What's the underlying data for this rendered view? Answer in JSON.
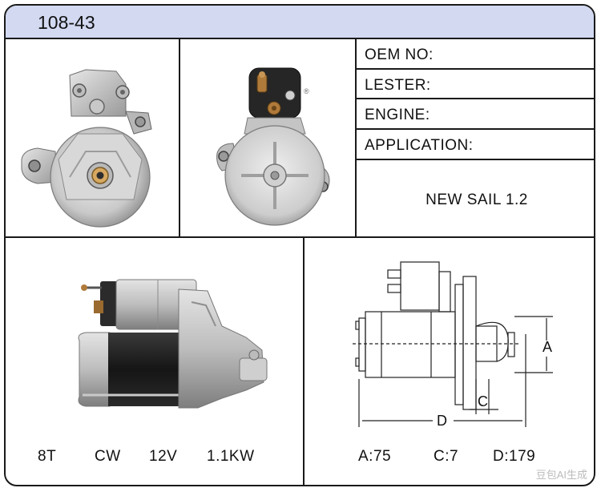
{
  "header": {
    "code": "108-43"
  },
  "specs": {
    "oem_label": "OEM NO:",
    "lester_label": "LESTER:",
    "engine_label": "ENGINE:",
    "application_label": "APPLICATION:",
    "application_value": "NEW  SAIL 1.2"
  },
  "ratings": {
    "teeth": "8T",
    "rotation": "CW",
    "voltage": "12V",
    "power": "1.1KW"
  },
  "dimensions": {
    "a_label": "A",
    "c_label": "C",
    "d_label": "D",
    "a": "A:75",
    "c": "C:7",
    "d": "D:179"
  },
  "watermark": "豆包AI生成",
  "colors": {
    "header_bg": "#d2d9f1",
    "border": "#1a1a1a"
  }
}
